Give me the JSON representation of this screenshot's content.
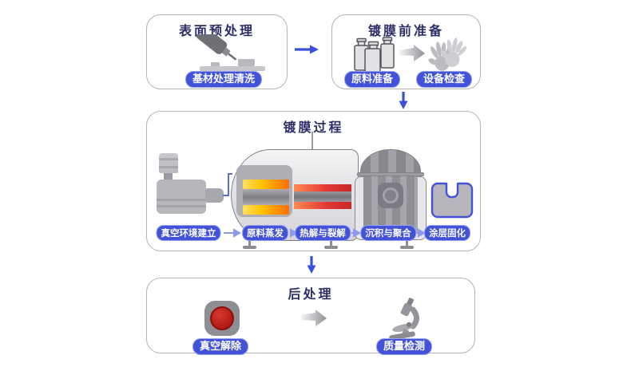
{
  "colors": {
    "title_text": "#2d2d68",
    "pill_bg": "#4353d9",
    "pill_border": "#97a1ee",
    "pill_text": "#ffffff",
    "flow_arrow_blue": "#3c4fd8",
    "step_arrow_light": "#8d98ea",
    "panel_border": "#b5b5b9",
    "machine_gray": "#b6b6bb",
    "heater_yellow": "#ffc400",
    "heater_red": "#e53935",
    "button_red": "#b01810"
  },
  "boxes": {
    "pretreatment": {
      "title": "表面预处理",
      "pill": "基材处理清洗",
      "icon": "cleaning-dispenser-over-substrate-icon"
    },
    "preparation": {
      "title": "镀膜前准备",
      "pills": [
        "原料准备",
        "设备检查"
      ],
      "icons": [
        "material-bottles-icon",
        "fade-arrow-icon",
        "gloves-icon"
      ]
    },
    "coating": {
      "title": "镀膜过程",
      "steps": [
        "真空环境建立",
        "原料蒸发",
        "热解与裂解",
        "沉积与聚合",
        "涂层固化"
      ],
      "icons": [
        "vacuum-pump-icon",
        "evaporation-chamber-icon",
        "deposition-chamber-icon",
        "coated-part-icon"
      ]
    },
    "post": {
      "title": "后处理",
      "pills": [
        "真空解除",
        "质量检测"
      ],
      "icons": [
        "vacuum-release-button-icon",
        "fade-arrow-icon",
        "microscope-icon"
      ]
    }
  }
}
